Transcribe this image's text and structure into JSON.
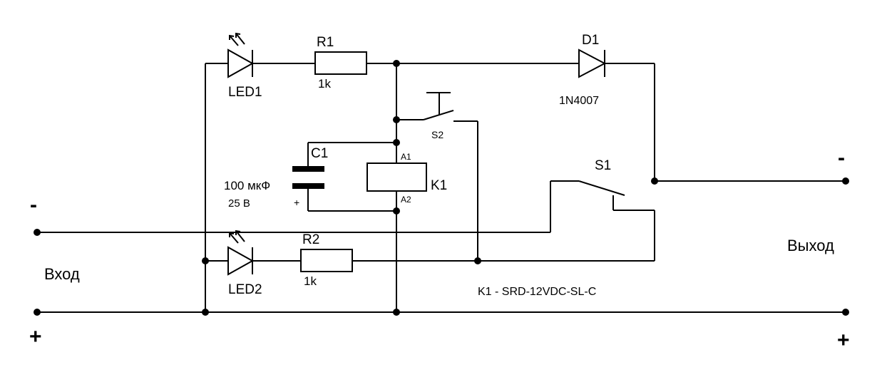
{
  "components": {
    "led1": {
      "ref": "LED1"
    },
    "led2": {
      "ref": "LED2"
    },
    "r1": {
      "ref": "R1",
      "value": "1k"
    },
    "r2": {
      "ref": "R2",
      "value": "1k"
    },
    "d1": {
      "ref": "D1",
      "value": "1N4007"
    },
    "c1": {
      "ref": "C1",
      "value": "100 мкФ",
      "voltage": "25 В",
      "plus": "+"
    },
    "k1": {
      "ref": "K1",
      "pin_a1": "A1",
      "pin_a2": "A2"
    },
    "s1": {
      "ref": "S1"
    },
    "s2": {
      "ref": "S2"
    }
  },
  "relay_note": "K1 - SRD-12VDC-SL-C",
  "terminals": {
    "input_label": "Вход",
    "output_label": "Выход",
    "input_minus": "-",
    "input_plus": "+",
    "output_minus": "-",
    "output_plus": "+"
  }
}
